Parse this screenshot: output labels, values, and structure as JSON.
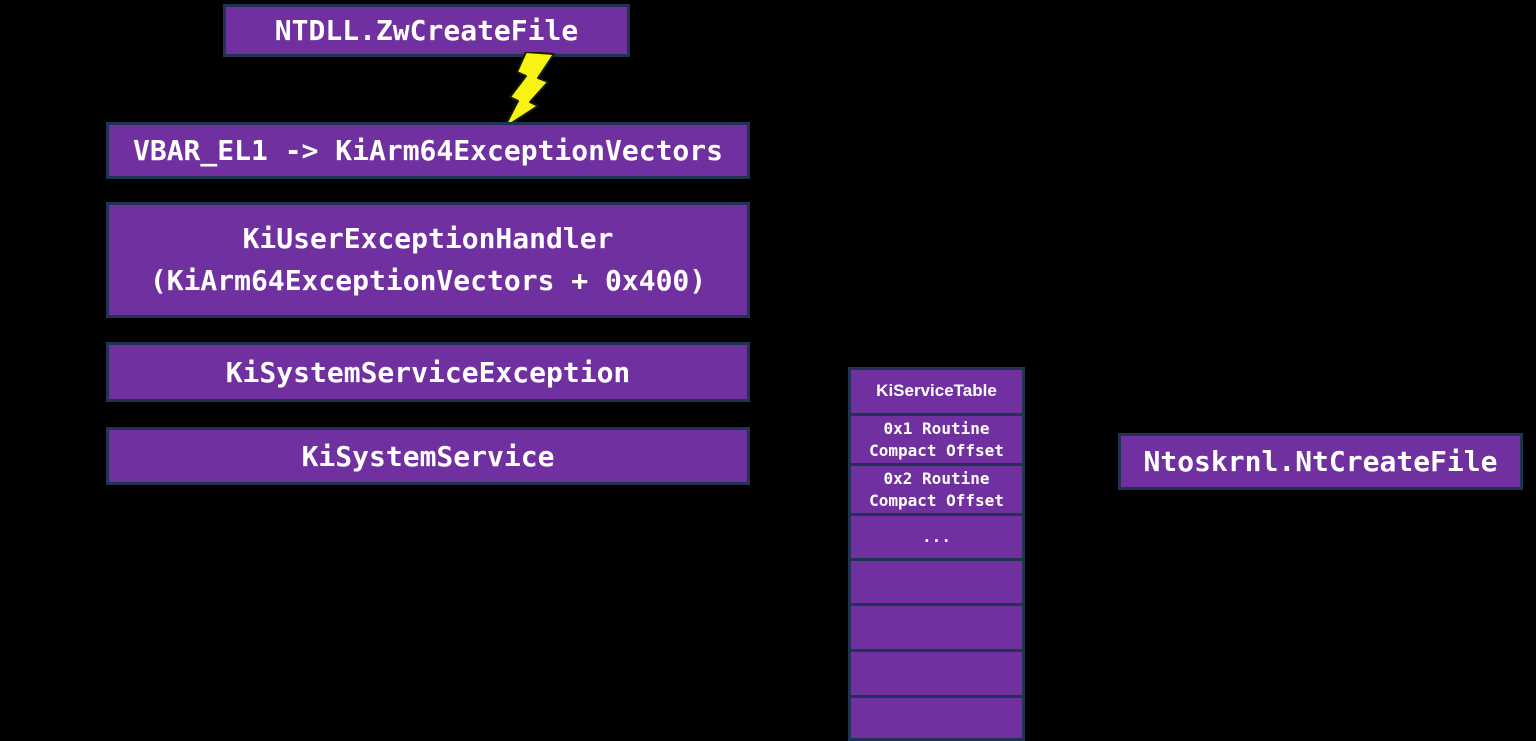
{
  "diagram": {
    "title_semantic": "arm64-syscall-flow-diagram",
    "colors": {
      "background": "#000000",
      "box_fill": "#7030A0",
      "box_border": "#1F3450",
      "text": "#FFFFFF",
      "bolt_fill": "#F7F312",
      "bolt_outline": "#1A1A05"
    },
    "boxes": {
      "ntdll": "NTDLL.ZwCreateFile",
      "vbar": "VBAR_EL1 -> KiArm64ExceptionVectors",
      "handler_line1": "KiUserExceptionHandler",
      "handler_line2": "(KiArm64ExceptionVectors + 0x400)",
      "service_exception": "KiSystemServiceException",
      "service": "KiSystemService",
      "ntoskrnl": "Ntoskrnl.NtCreateFile"
    },
    "icons": {
      "bolt": "lightning-bolt"
    },
    "service_table": {
      "header": "KiServiceTable",
      "rows": [
        {
          "line1": "0x1 Routine",
          "line2": "Compact Offset"
        },
        {
          "line1": "0x2 Routine",
          "line2": "Compact Offset"
        },
        {
          "line1": "...",
          "line2": ""
        },
        {
          "line1": "",
          "line2": ""
        },
        {
          "line1": "",
          "line2": ""
        },
        {
          "line1": "",
          "line2": ""
        },
        {
          "line1": "",
          "line2": ""
        }
      ]
    }
  }
}
